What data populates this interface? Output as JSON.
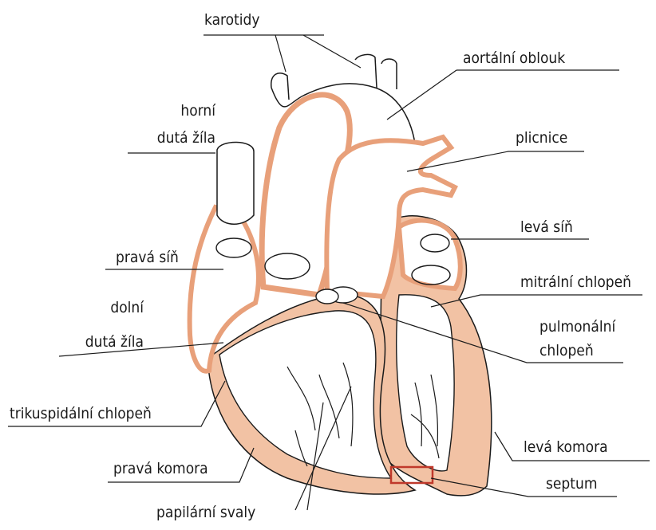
{
  "labels": {
    "karotidy": "karotidy",
    "aortalni_oblouk": "aortální oblouk",
    "horni_duta_zila_1": "horní",
    "horni_duta_zila_2": "dutá žíla",
    "plicnice": "plicnice",
    "leva_sin": "levá síň",
    "prava_sin": "pravá síň",
    "mitralni_chlopen": "mitrální chlopeň",
    "dolni_duta_zila_1": "dolní",
    "dolni_duta_zila_2": "dutá žíla",
    "pulmonalni_chlopen_1": "pulmonální",
    "pulmonalni_chlopen_2": "chlopeň",
    "trikuspidalni_chlopen": "trikuspidální chlopeň",
    "leva_komora": "levá komora",
    "prava_komora": "pravá komora",
    "septum": "septum",
    "papilarni_svaly": "papilární svaly"
  },
  "colors": {
    "muscle": "#e8a07a",
    "muscle_fill": "#f2c2a4",
    "line": "#1a1a1a",
    "background": "#ffffff",
    "marker": "#c0392b"
  }
}
